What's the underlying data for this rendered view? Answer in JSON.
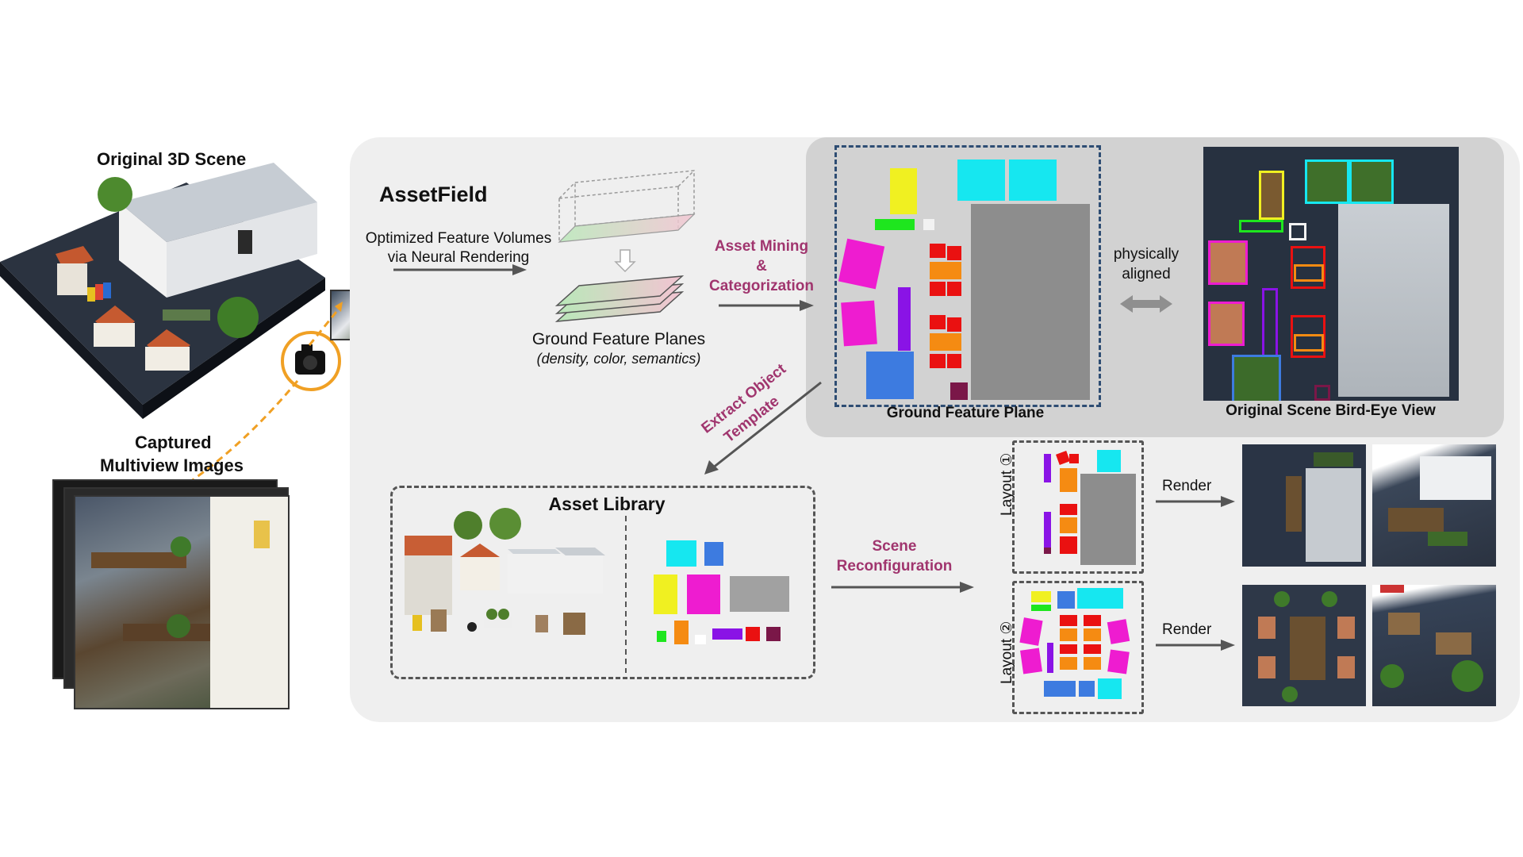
{
  "left": {
    "original_scene_title": "Original 3D Scene",
    "captured_title_line1": "Captured",
    "captured_title_line2": "Multiview Images"
  },
  "main": {
    "title": "AssetField",
    "opt_line1": "Optimized Feature Volumes",
    "opt_line2": "via Neural Rendering",
    "gfp_title": "Ground Feature Planes",
    "gfp_subtitle": "(density, color, semantics)",
    "mining_line1": "Asset Mining",
    "mining_line2": "&",
    "mining_line3": "Categorization",
    "extract_line1": "Extract Object",
    "extract_line2": "Template",
    "asset_library": "Asset Library",
    "scene_reconfig_line1": "Scene",
    "scene_reconfig_line2": "Reconfiguration"
  },
  "aligned": {
    "ground_feature_plane": "Ground Feature Plane",
    "physically_line1": "physically",
    "physically_line2": "aligned",
    "birdseye_title": "Original Scene Bird-Eye View"
  },
  "layouts": {
    "layout1": "Layout ①",
    "layout2": "Layout ②",
    "render1": "Render",
    "render2": "Render"
  },
  "colors": {
    "magenta": "#ee1cd0",
    "purple": "#8a13e6",
    "yellow": "#f0f021",
    "cyan": "#16e7f0",
    "green": "#1ee61e",
    "red": "#ea1111",
    "orange": "#f58b12",
    "blue": "#3d7be0",
    "gray": "#8d8d8d",
    "maroon": "#7a1748",
    "label_purple": "#a0356e"
  }
}
